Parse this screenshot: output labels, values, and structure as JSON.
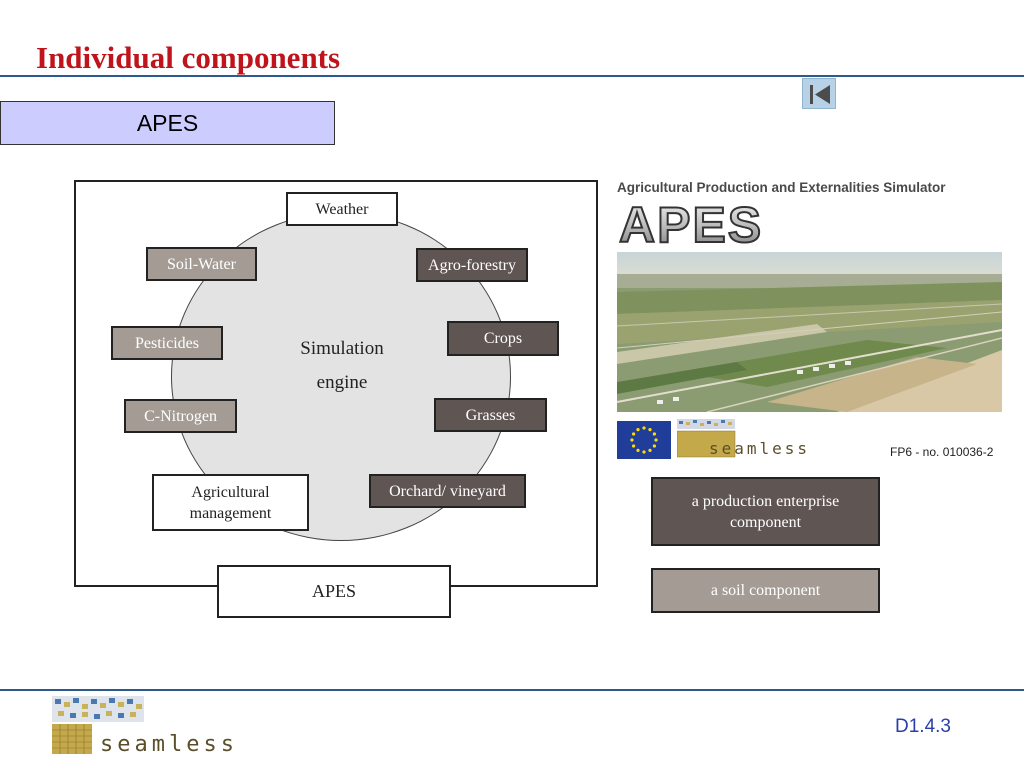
{
  "slide": {
    "title": "Individual components",
    "section_tag": "APES",
    "doc_id": "D1.4.3"
  },
  "diagram": {
    "engine_line1": "Simulation",
    "engine_line2": "engine",
    "components": {
      "weather": "Weather",
      "soil_water": "Soil-Water",
      "agro_forestry": "Agro-forestry",
      "pesticides": "Pesticides",
      "crops": "Crops",
      "c_nitrogen": "C-Nitrogen",
      "grasses": "Grasses",
      "agricultural_management": "Agricultural management",
      "orchard_vineyard": "Orchard/ vineyard"
    },
    "frame_label": "APES"
  },
  "right_panel": {
    "heading": "Agricultural Production and Externalities Simulator",
    "logo_text": "APES",
    "seamless_text": "seamless",
    "fp6": "FP6 - no. 010036-2"
  },
  "legend": {
    "production": "a production enterprise component",
    "soil": "a soil component"
  },
  "footer": {
    "logo_text": "seamless"
  },
  "colors": {
    "title": "#c0141c",
    "rule": "#2c5a8c",
    "tag_bg": "#ccccff",
    "production_component": "#5f5552",
    "soil_component": "#a49c94",
    "doc_id": "#2a40a8"
  }
}
